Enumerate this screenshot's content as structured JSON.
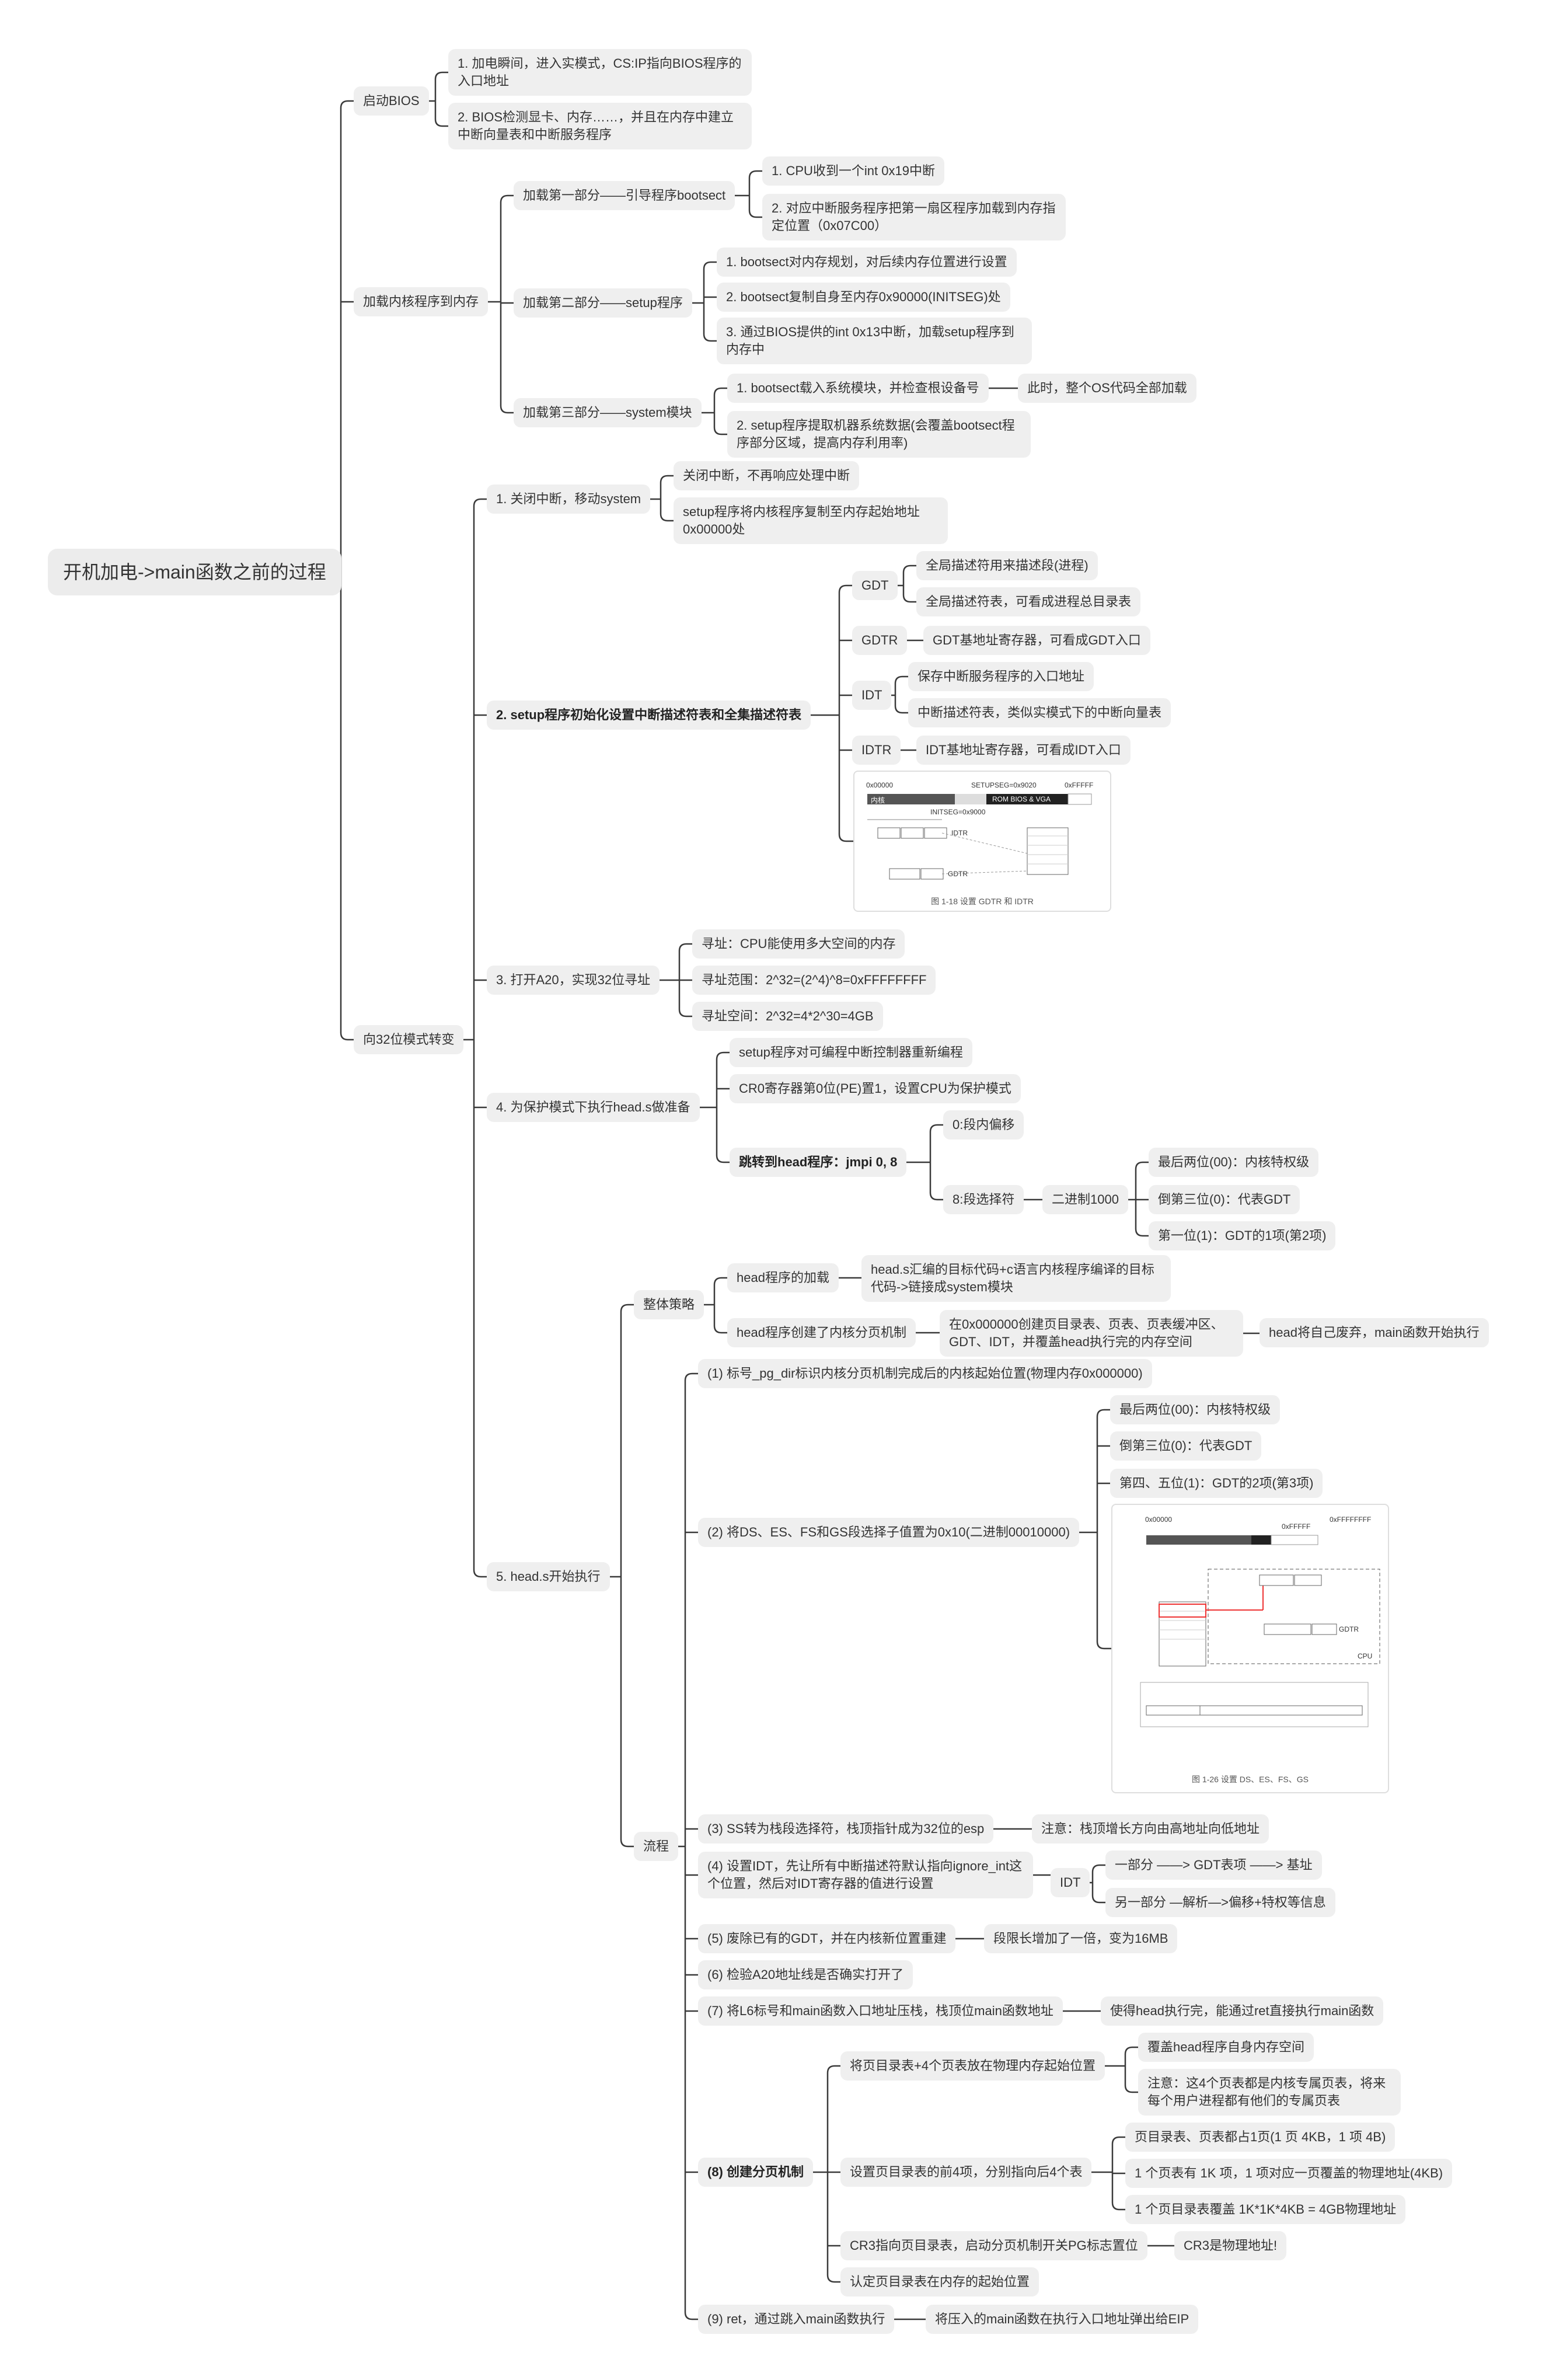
{
  "root": "开机加电->main函数之前的过程",
  "boot_bios": {
    "label": "启动BIOS",
    "items": [
      "1. 加电瞬间，进入实模式，CS:IP指向BIOS程序的入口地址",
      "2. BIOS检测显卡、内存……，并且在内存中建立中断向量表和中断服务程序"
    ]
  },
  "load_kernel": {
    "label": "加载内核程序到内存",
    "part1": {
      "label": "加载第一部分——引导程序bootsect",
      "items": [
        "1. CPU收到一个int 0x19中断",
        "2. 对应中断服务程序把第一扇区程序加载到内存指定位置（0x07C00）"
      ]
    },
    "part2": {
      "label": "加载第二部分——setup程序",
      "items": [
        "1. bootsect对内存规划，对后续内存位置进行设置",
        "2. bootsect复制自身至内存0x90000(INITSEG)处",
        "3. 通过BIOS提供的int 0x13中断，加载setup程序到内存中"
      ]
    },
    "part3": {
      "label": "加载第三部分——system模块",
      "items": [
        "1. bootsect载入系统模块，并检查根设备号",
        "2. setup程序提取机器系统数据(会覆盖bootsect程序部分区域，提高内存利用率)"
      ],
      "note": "此时，整个OS代码全部加载"
    }
  },
  "mode32": {
    "label": "向32位模式转变",
    "s1": {
      "label": "1. 关闭中断，移动system",
      "items": [
        "关闭中断，不再响应处理中断",
        "setup程序将内核程序复制至内存起始地址0x00000处"
      ]
    },
    "s2": {
      "label": "2. setup程序初始化设置中断描述符表和全集描述符表",
      "gdt": {
        "label": "GDT",
        "items": [
          "全局描述符用来描述段(进程)",
          "全局描述符表，可看成进程总目录表"
        ]
      },
      "gdtr": {
        "label": "GDTR",
        "item": "GDT基地址寄存器，可看成GDT入口"
      },
      "idt": {
        "label": "IDT",
        "items": [
          "保存中断服务程序的入口地址",
          "中断描述符表，类似实模式下的中断向量表"
        ]
      },
      "idtr": {
        "label": "IDTR",
        "item": "IDT基地址寄存器，可看成IDT入口"
      },
      "figure": {
        "caption": "图 1-18  设置 GDTR 和 IDTR",
        "t1": "0x00000",
        "t2": "SETUPSEG=0x9020",
        "t3": "0xFFFFF",
        "t4": "内核",
        "t5": "ROM BIOS & VGA",
        "t6": "INITSEG=0x9000",
        "t7": "IDTR",
        "t8": "GDTR"
      }
    },
    "s3": {
      "label": "3. 打开A20，实现32位寻址",
      "items": [
        "寻址：CPU能使用多大空间的内存",
        "寻址范围：2^32=(2^4)^8=0xFFFFFFFF",
        "寻址空间：2^32=4*2^30=4GB"
      ]
    },
    "s4": {
      "label": "4. 为保护模式下执行head.s做准备",
      "items": [
        "setup程序对可编程中断控制器重新编程",
        "CR0寄存器第0位(PE)置1，设置CPU为保护模式"
      ],
      "jump": "跳转到head程序：jmpi  0, 8",
      "offset": "0:段内偏移",
      "selector": "8:段选择符",
      "binary": "二进制1000",
      "bits": [
        "最后两位(00)：内核特权级",
        "倒第三位(0)：代表GDT",
        "第一位(1)：GDT的1项(第2项)"
      ]
    },
    "s5": {
      "label": "5. head.s开始执行",
      "overall": {
        "label": "整体策略",
        "load": "head程序的加载",
        "load_desc": "head.s汇编的目标代码+c语言内核程序编译的目标代码->链接成system模块",
        "paging": "head程序创建了内核分页机制",
        "paging_desc": "在0x000000创建页目录表、页表、页表缓冲区、GDT、IDT，并覆盖head执行完的内存空间",
        "paging_note": "head将自己废弃，main函数开始执行"
      },
      "flow": {
        "label": "流程",
        "f1": "(1) 标号_pg_dir标识内核分页机制完成后的内核起始位置(物理内存0x000000)",
        "f2": "(2) 将DS、ES、FS和GS段选择子值置为0x10(二进制00010000)",
        "f2_bits": [
          "最后两位(00)：内核特权级",
          "倒第三位(0)：代表GDT",
          "第四、五位(1)：GDT的2项(第3项)"
        ],
        "f2_figure": {
          "caption": "图 1-26  设置 DS、ES、FS、GS",
          "t1": "0x00000",
          "t2": "0xFFFFF",
          "t3": "0xFFFFFFFF",
          "t4": "GDTR",
          "t5": "CPU"
        },
        "f3": "(3) SS转为栈段选择符，栈顶指针成为32位的esp",
        "f3_note": "注意：栈顶增长方向由高地址向低地址",
        "f4": "(4) 设置IDT，先让所有中断描述符默认指向ignore_int这个位置，然后对IDT寄存器的值进行设置",
        "f4_idt": "IDT",
        "f4_items": [
          "一部分 ——> GDT表项 ——> 基址",
          "另一部分 —解析—>偏移+特权等信息"
        ],
        "f5": "(5) 废除已有的GDT，并在内核新位置重建",
        "f5_note": "段限长增加了一倍，变为16MB",
        "f6": "(6) 检验A20地址线是否确实打开了",
        "f7": "(7) 将L6标号和main函数入口地址压栈，栈顶位main函数地址",
        "f7_note": "使得head执行完，能通过ret直接执行main函数",
        "f8": "(8) 创建分页机制",
        "f8a": "将页目录表+4个页表放在物理内存起始位置",
        "f8a_items": [
          "覆盖head程序自身内存空间",
          "注意：这4个页表都是内核专属页表，将来每个用户进程都有他们的专属页表"
        ],
        "f8b": "设置页目录表的前4项，分别指向后4个表",
        "f8b_items": [
          "页目录表、页表都占1页(1 页 4KB，1 项 4B)",
          "1 个页表有 1K 项，1 项对应一页覆盖的物理地址(4KB)",
          "1 个页目录表覆盖 1K*1K*4KB = 4GB物理地址"
        ],
        "f8c": "CR3指向页目录表，启动分页机制开关PG标志置位",
        "f8c_note": "CR3是物理地址!",
        "f8d": "认定页目录表在内存的起始位置",
        "f9": "(9) ret，通过跳入main函数执行",
        "f9_note": "将压入的main函数在执行入口地址弹出给EIP"
      }
    }
  },
  "colors": {
    "line": "#3a3a3a",
    "node": "#efefef",
    "text": "#333333"
  }
}
